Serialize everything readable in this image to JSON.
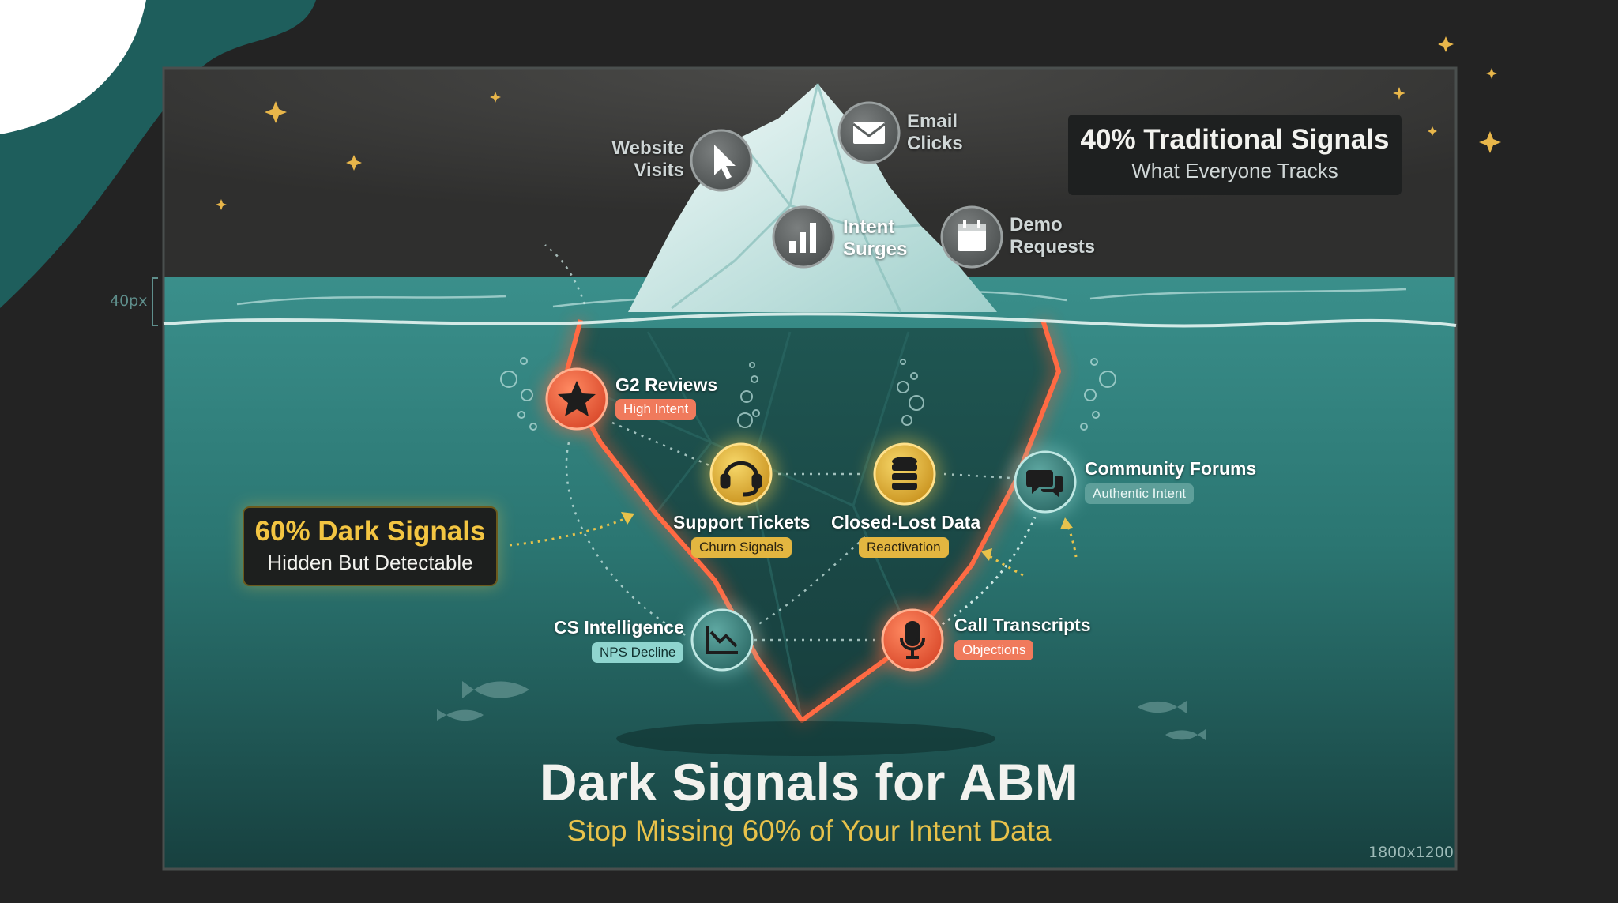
{
  "frame_height_note": "40px",
  "dimension_note": "1800x1200",
  "title": "Dark Signals for ABM",
  "subtitle": "Stop Missing 60% of Your Intent Data",
  "traditional": {
    "headline": "40% Traditional Signals",
    "sub": "What Everyone Tracks"
  },
  "dark": {
    "headline": "60% Dark Signals",
    "sub": "Hidden But Detectable"
  },
  "top_signals": {
    "website": {
      "line1": "Website",
      "line2": "Visits",
      "icon": "cursor-icon"
    },
    "email": {
      "line1": "Email",
      "line2": "Clicks",
      "icon": "envelope-icon"
    },
    "intent": {
      "line1": "Intent",
      "line2": "Surges",
      "icon": "bar-chart-icon"
    },
    "demo": {
      "line1": "Demo",
      "line2": "Requests",
      "icon": "calendar-icon"
    }
  },
  "dark_signals": {
    "g2": {
      "label": "G2 Reviews",
      "tag": "High Intent",
      "icon": "star-icon"
    },
    "support": {
      "label": "Support Tickets",
      "tag": "Churn Signals",
      "icon": "headset-icon"
    },
    "closed": {
      "label": "Closed-Lost Data",
      "tag": "Reactivation",
      "icon": "database-icon"
    },
    "community": {
      "label": "Community Forums",
      "tag": "Authentic Intent",
      "icon": "chat-icon"
    },
    "cs": {
      "label": "CS Intelligence",
      "tag": "NPS Decline",
      "icon": "declining-chart-icon"
    },
    "call": {
      "label": "Call Transcripts",
      "tag": "Objections",
      "icon": "microphone-icon"
    }
  },
  "colors": {
    "water": "#2b7b78",
    "iceberg_top": "#cfe9e6",
    "outline": "#ff6a43",
    "gold": "#e8c24a",
    "teal_node": "#8fd5cf"
  }
}
